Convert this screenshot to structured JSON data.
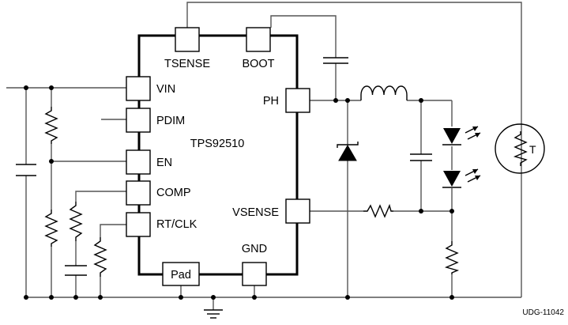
{
  "ic": {
    "part_number": "TPS92510",
    "pins": {
      "tsense": "TSENSE",
      "boot": "BOOT",
      "vin": "VIN",
      "pdim": "PDIM",
      "en": "EN",
      "comp": "COMP",
      "rtclk": "RT/CLK",
      "ph": "PH",
      "vsense": "VSENSE",
      "pad": "Pad",
      "gnd": "GND"
    }
  },
  "thermistor_label": "T",
  "figure_id": "UDG-11042"
}
